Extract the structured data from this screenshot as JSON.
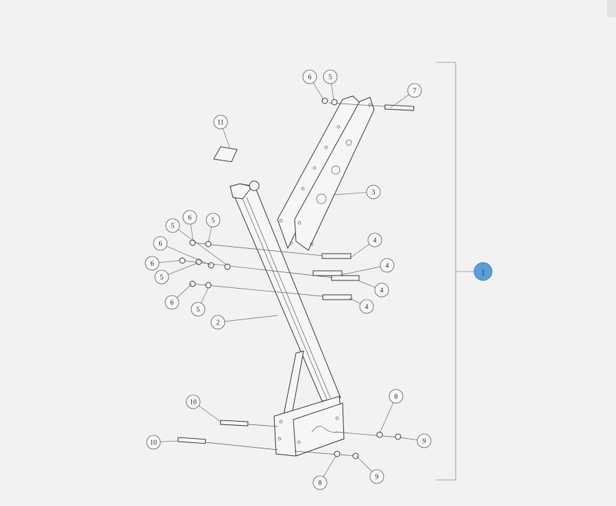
{
  "assembly": {
    "label": "1",
    "color": "#5b9fd6"
  },
  "callouts": [
    "6",
    "5",
    "7",
    "11",
    "3",
    "6",
    "5",
    "5",
    "6",
    "4",
    "6",
    "4",
    "5",
    "4",
    "6",
    "5",
    "4",
    "2",
    "8",
    "10",
    "9",
    "10",
    "9",
    "8"
  ]
}
